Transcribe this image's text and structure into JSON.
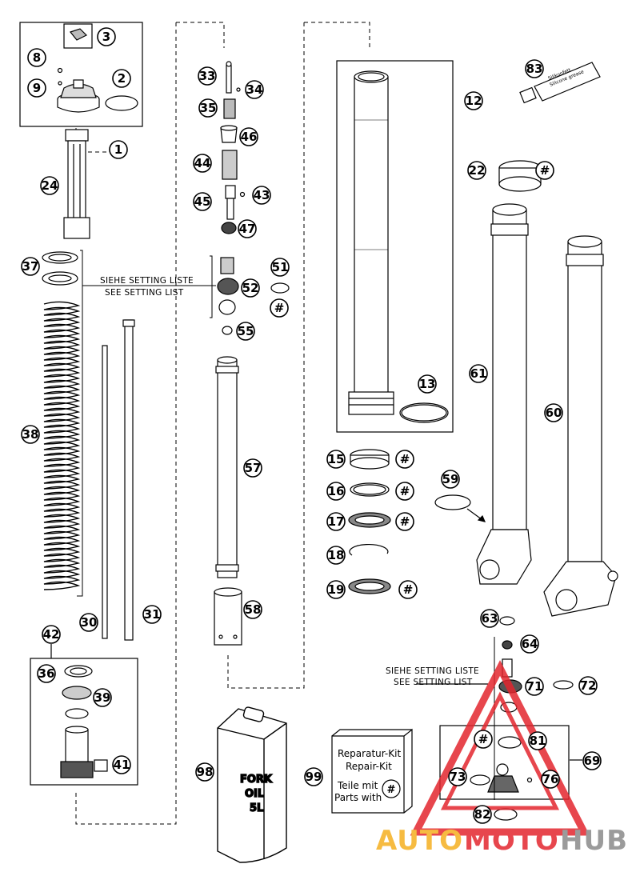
{
  "parts": {
    "p1": "1",
    "p2": "2",
    "p3": "3",
    "p8": "8",
    "p9": "9",
    "p12": "12",
    "p13": "13",
    "p15": "15",
    "p16": "16",
    "p17": "17",
    "p18": "18",
    "p19": "19",
    "p22": "22",
    "p24": "24",
    "p30": "30",
    "p31": "31",
    "p33": "33",
    "p34": "34",
    "p35": "35",
    "p36": "36",
    "p37": "37",
    "p38": "38",
    "p39": "39",
    "p41": "41",
    "p42": "42",
    "p43": "43",
    "p44": "44",
    "p45": "45",
    "p46": "46",
    "p47": "47",
    "p51": "51",
    "p52": "52",
    "p55": "55",
    "p57": "57",
    "p58": "58",
    "p59": "59",
    "p60": "60",
    "p61": "61",
    "p63": "63",
    "p64": "64",
    "p69": "69",
    "p71": "71",
    "p72": "72",
    "p73": "73",
    "p76": "76",
    "p81": "81",
    "p82": "82",
    "p83": "83",
    "p98": "98",
    "p99": "99"
  },
  "hash_symbol": "#",
  "setting_note_1": {
    "line1": "SIEHE SETTING LISTE",
    "line2": "SEE SETTING LIST"
  },
  "setting_note_2": {
    "line1": "SIEHE SETTING LISTE",
    "line2": "SEE SETTING LIST"
  },
  "repair_kit": {
    "line1": "Reparatur-Kit",
    "line2": "Repair-Kit",
    "line3": "Teile mit",
    "line4": "Parts with"
  },
  "oil_can": {
    "line1": "FORK",
    "line2": "OIL",
    "line3": "5L"
  },
  "grease_tube": {
    "line1": "Silikonfett",
    "line2": "Silicone grease"
  },
  "watermark": {
    "part1": "AUTO",
    "part2": "MOTO",
    "part3": "HUB"
  },
  "colors": {
    "watermark_orange": "#F5B021",
    "watermark_red": "#E3262E",
    "watermark_grey": "#8A8A8A",
    "line": "#000000"
  }
}
